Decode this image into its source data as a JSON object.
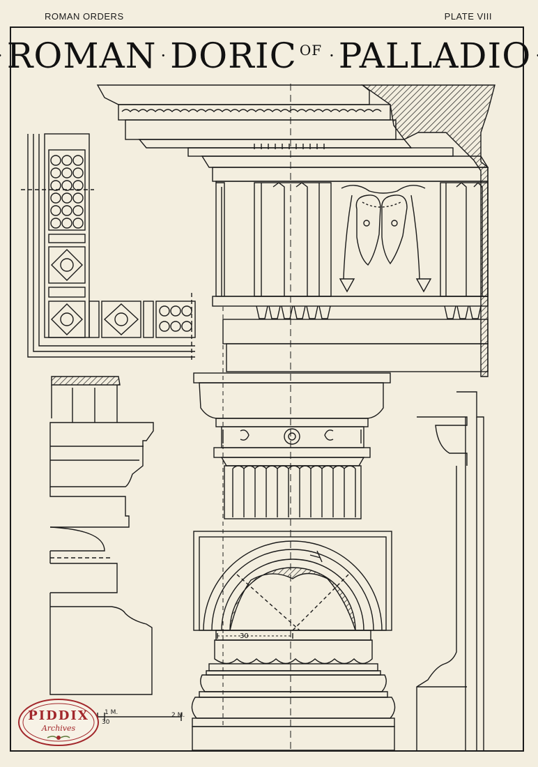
{
  "header": {
    "series": "ROMAN ORDERS",
    "plate": "PLATE VIII"
  },
  "title": {
    "part1": "ROMAN",
    "part2": "DORIC",
    "connector": "OF",
    "part3": "PALLADIO",
    "separator": "·"
  },
  "annotations": {
    "dimension": "30",
    "scale_1": "1 M.",
    "scale_1b": "30",
    "scale_2": "2 M."
  },
  "logo": {
    "name": "PIDDIX",
    "subtitle": "Archives"
  },
  "colors": {
    "paper": "#f3eedf",
    "ink": "#1a1a1a",
    "logo": "#a2272b"
  }
}
